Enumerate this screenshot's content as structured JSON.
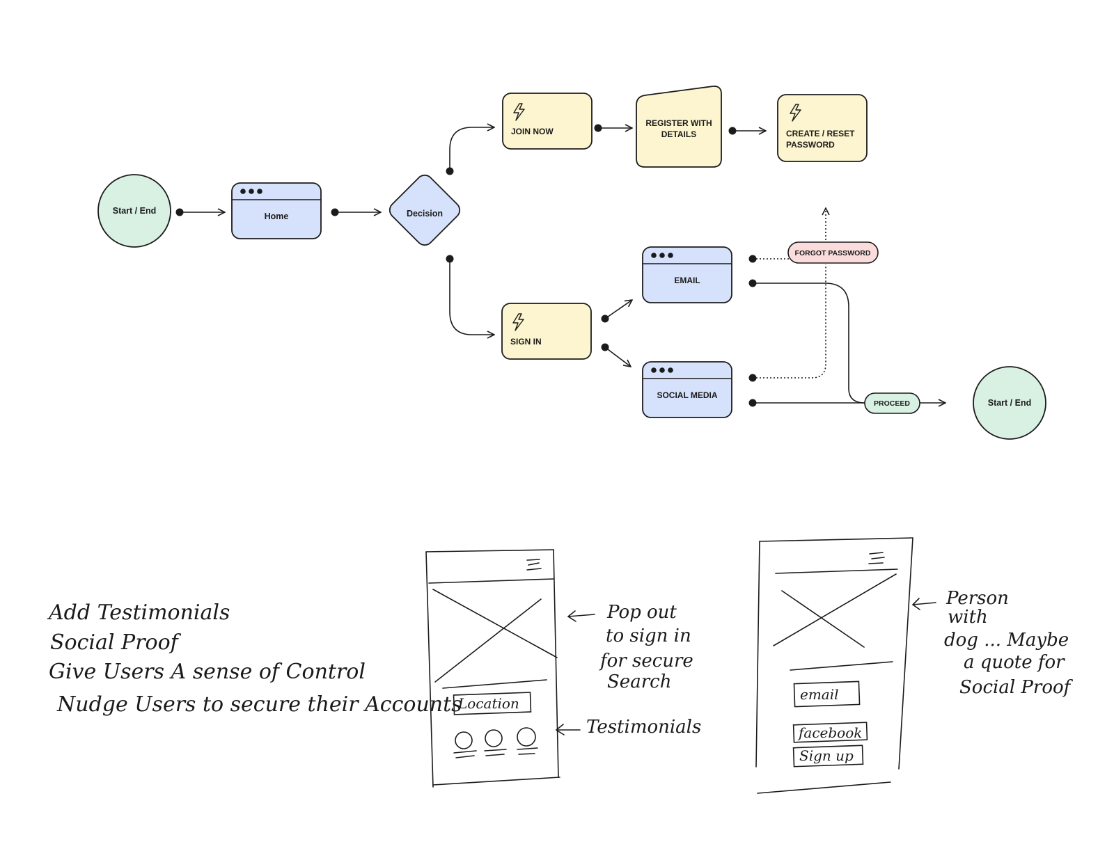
{
  "flow": {
    "start_label": "Start / End",
    "home_label": "Home",
    "decision_label": "Decision",
    "join_now_label": "JOIN NOW",
    "register_label_line1": "REGISTER WITH",
    "register_label_line2": "DETAILS",
    "create_reset_line1": "CREATE / RESET",
    "create_reset_line2": "PASSWORD",
    "sign_in_label": "SIGN IN",
    "email_label": "EMAIL",
    "social_media_label": "SOCIAL MEDIA",
    "forgot_password_label": "FORGOT PASSWORD",
    "proceed_label": "PROCEED",
    "end_label": "Start / End",
    "colors": {
      "green": "#d8f1e3",
      "blue": "#d6e1fb",
      "yellow": "#fdf5cf",
      "pink": "#fbdcdc",
      "stroke": "#1b1b1b"
    }
  },
  "notes": {
    "line1": "Add Testimonials",
    "line2": "Social Proof",
    "line3": "Give Users A sense of Control",
    "line4": "Nudge Users to secure their Accounts"
  },
  "sketch_left": {
    "button_label": "Location",
    "annotation_top_line1": "Pop out",
    "annotation_top_line2": "to sign in",
    "annotation_top_line3": "for secure",
    "annotation_top_line4": "Search",
    "annotation_bottom": "Testimonials"
  },
  "sketch_right": {
    "field1": "email",
    "field2": "facebook",
    "field3": "Sign up",
    "annotation_line1": "Person",
    "annotation_line2": "with",
    "annotation_line3": "dog ... Maybe",
    "annotation_line4": "a quote for",
    "annotation_line5": "Social Proof"
  }
}
